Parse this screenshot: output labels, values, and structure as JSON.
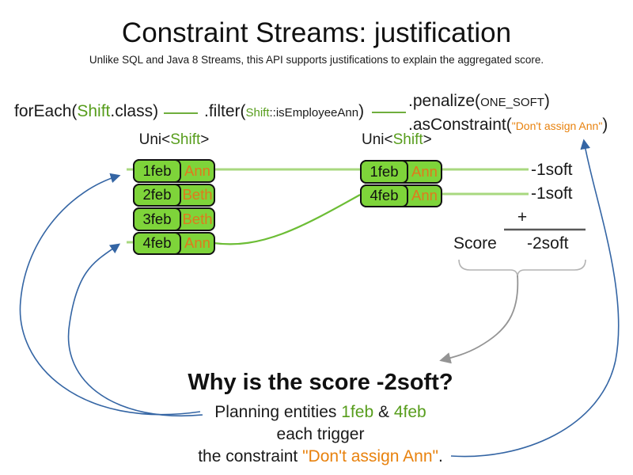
{
  "title": "Constraint Streams: justification",
  "subtitle": "Unlike SQL and Java 8 Streams, this API supports justifications to explain the aggregated score.",
  "code": {
    "foreach_pre": "forEach(",
    "foreach_type": "Shift",
    "foreach_post": ".class)",
    "filter_pre": ".filter(",
    "filter_type": "Shift",
    "filter_rest": "::isEmployeeAnn",
    "filter_post": ")",
    "penalize_pre": ".penalize(",
    "penalize_arg": "ONE_SOFT",
    "penalize_post": ")",
    "asconstraint_pre": ".asConstraint(",
    "asconstraint_arg": "\"Don't assign Ann\"",
    "asconstraint_post": ")"
  },
  "left_stream": {
    "label_pre": "Uni<",
    "label_type": "Shift",
    "label_post": ">",
    "rows": [
      {
        "date": "1feb",
        "employee": "Ann"
      },
      {
        "date": "2feb",
        "employee": "Beth"
      },
      {
        "date": "3feb",
        "employee": "Beth"
      },
      {
        "date": "4feb",
        "employee": "Ann"
      }
    ]
  },
  "right_stream": {
    "label_pre": "Uni<",
    "label_type": "Shift",
    "label_post": ">",
    "rows": [
      {
        "date": "1feb",
        "employee": "Ann"
      },
      {
        "date": "4feb",
        "employee": "Ann"
      }
    ]
  },
  "scores": {
    "per_match": [
      "-1soft",
      "-1soft"
    ],
    "plus_sign": "+",
    "score_label": "Score",
    "total": "-2soft"
  },
  "explanation": {
    "heading": "Why is the score -2soft?",
    "line1_pre": "Planning entities ",
    "line1_entity1": "1feb",
    "line1_sep": " & ",
    "line1_entity2": "4feb",
    "line2": "each trigger",
    "line3_pre": "the constraint ",
    "line3_constraint": "\"Don't assign Ann\"",
    "line3_post": "."
  },
  "colors": {
    "entity_green_fill": "#7ed43a",
    "green_text": "#579d1c",
    "orange_text": "#e8820e",
    "blue_arrow": "#3465a4",
    "gray_arrow": "#949494",
    "light_green_line": "#a8d87f",
    "dark_green_line": "#6cbd35"
  }
}
